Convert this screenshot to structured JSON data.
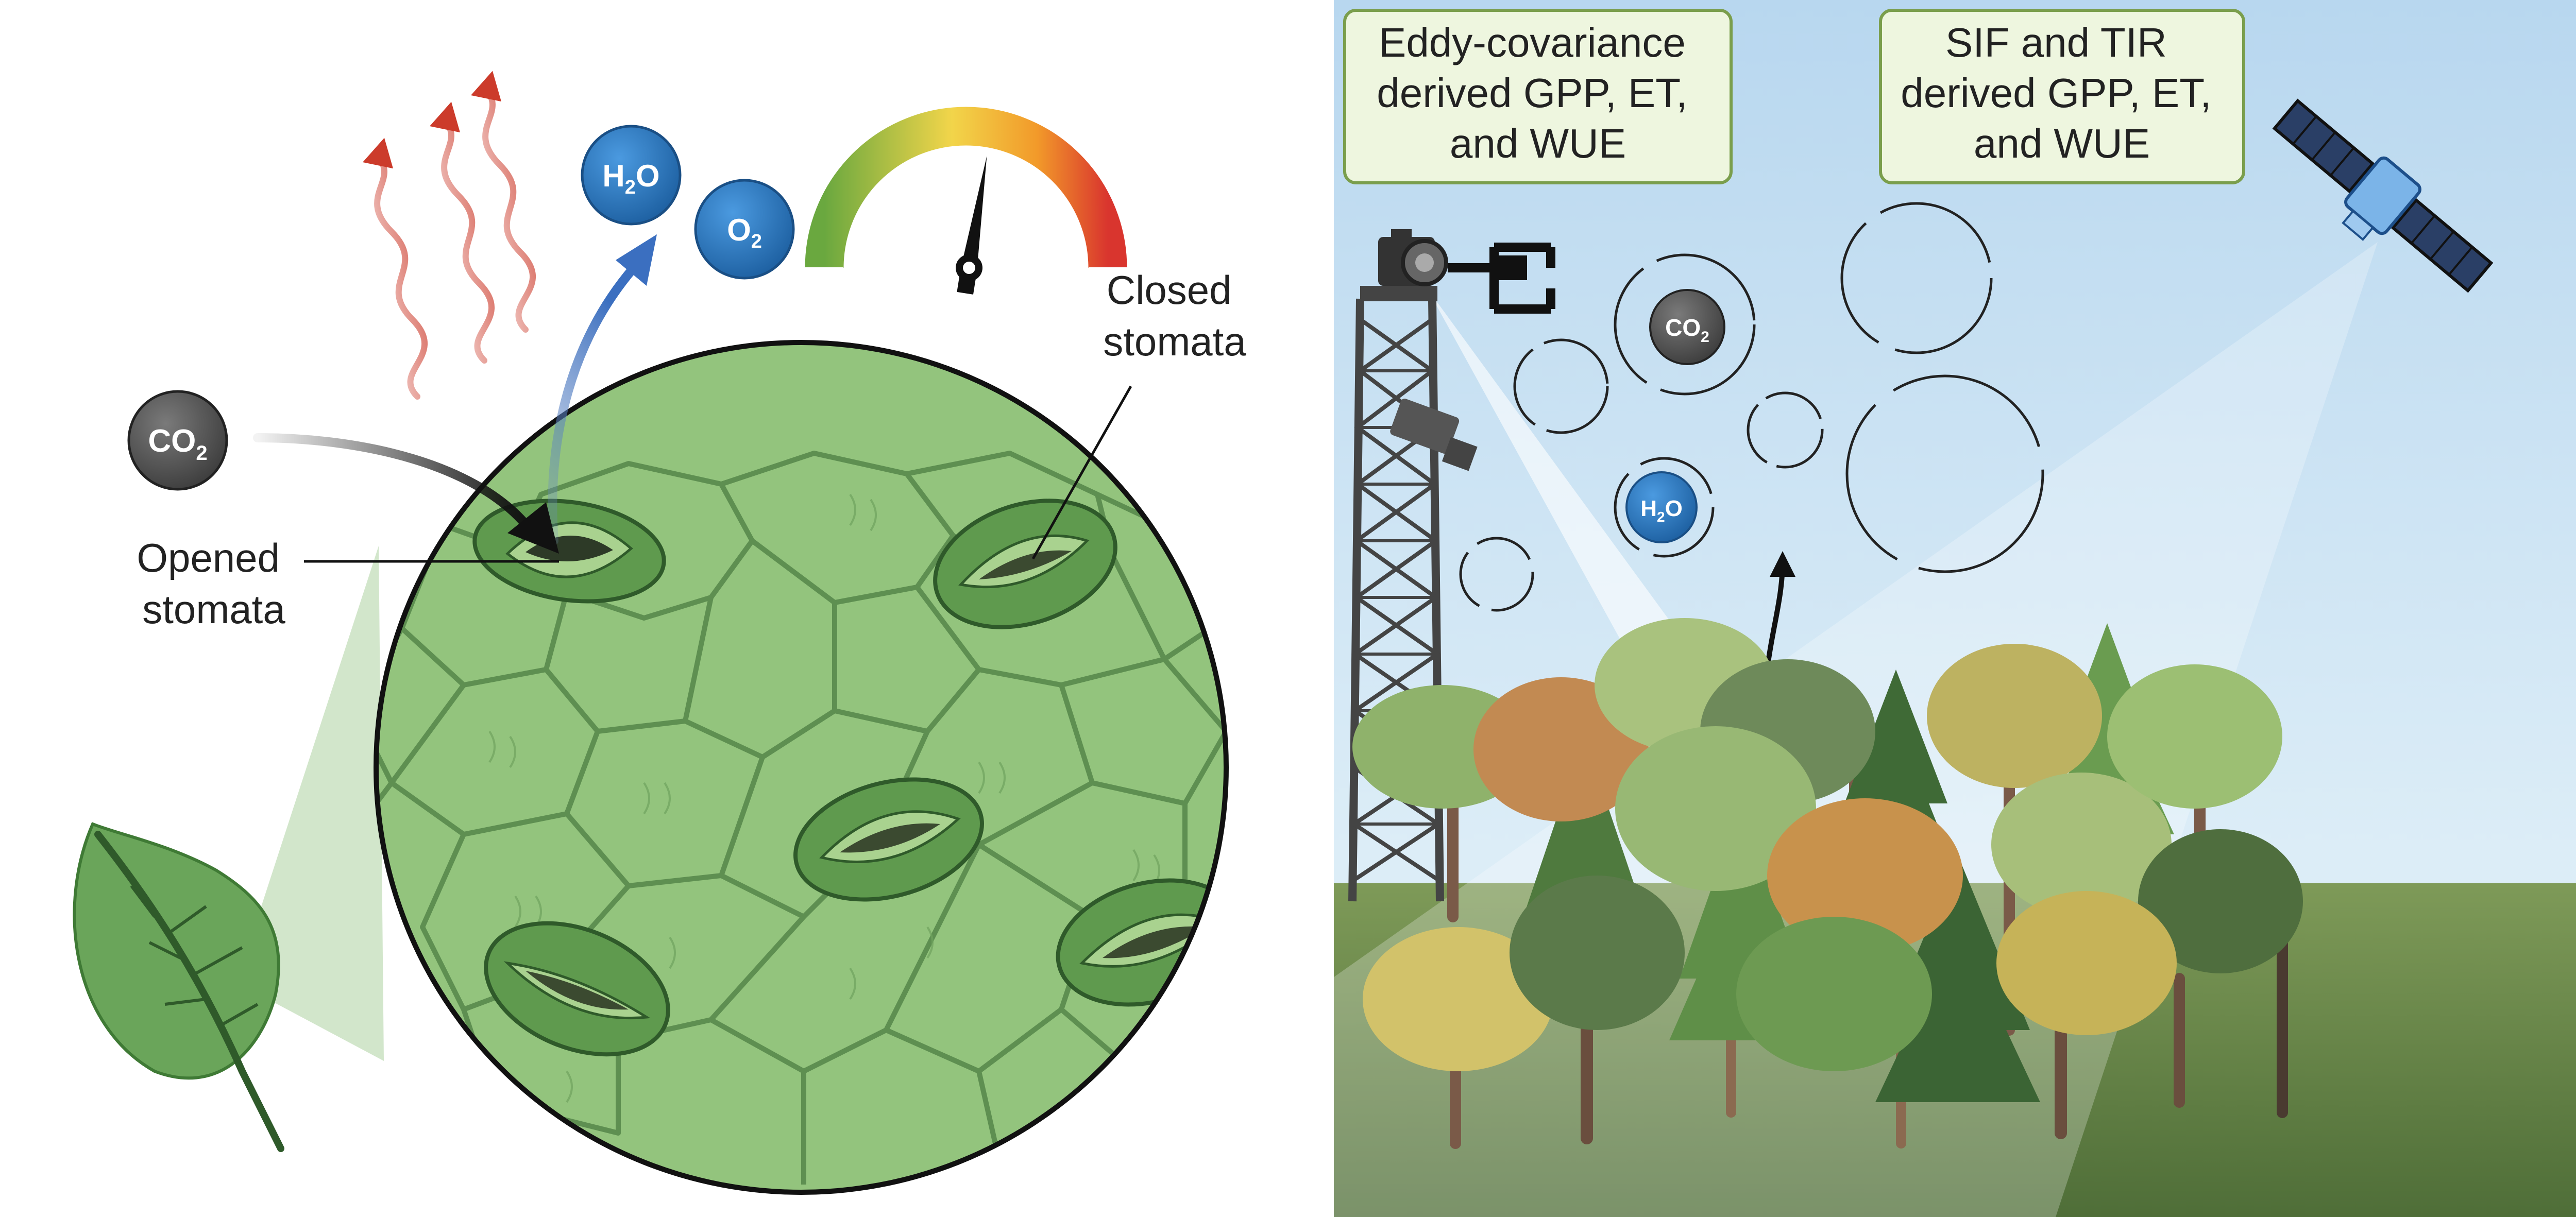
{
  "left_panel": {
    "labels": {
      "opened_stomata": [
        "Opened",
        "stomata"
      ],
      "closed_stomata": [
        "Closed",
        "stomata"
      ]
    },
    "molecules": {
      "co2": {
        "main": "CO",
        "sub": "2"
      },
      "h2o": {
        "pre": "H",
        "sub": "2",
        "post": "O"
      },
      "o2": {
        "main": "O",
        "sub": "2"
      }
    },
    "gauge": {
      "level": 0.55
    }
  },
  "right_panel": {
    "boxes": {
      "eddy": [
        "Eddy-covariance",
        "derived GPP, ET,",
        "and WUE"
      ],
      "sif": [
        "SIF and TIR",
        "derived GPP, ET,",
        "and WUE"
      ]
    },
    "molecules": {
      "co2": {
        "main": "CO",
        "sub": "2"
      },
      "h2o": {
        "pre": "H",
        "sub": "2",
        "post": "O"
      }
    }
  },
  "colors": {
    "leaf": "#6aa55a",
    "cell_fill": "#93c47d",
    "cell_wall": "#5e8f51",
    "stoma": "#5f9a4e",
    "water_blue": "#2a74b8",
    "co2_gray": "#555555",
    "box_fill": "#eef6df",
    "box_stroke": "#7a9e4c",
    "sky_top": "#c9e2f3",
    "ground": "#6b8a4a",
    "heat_red": "#cc3b2b"
  }
}
